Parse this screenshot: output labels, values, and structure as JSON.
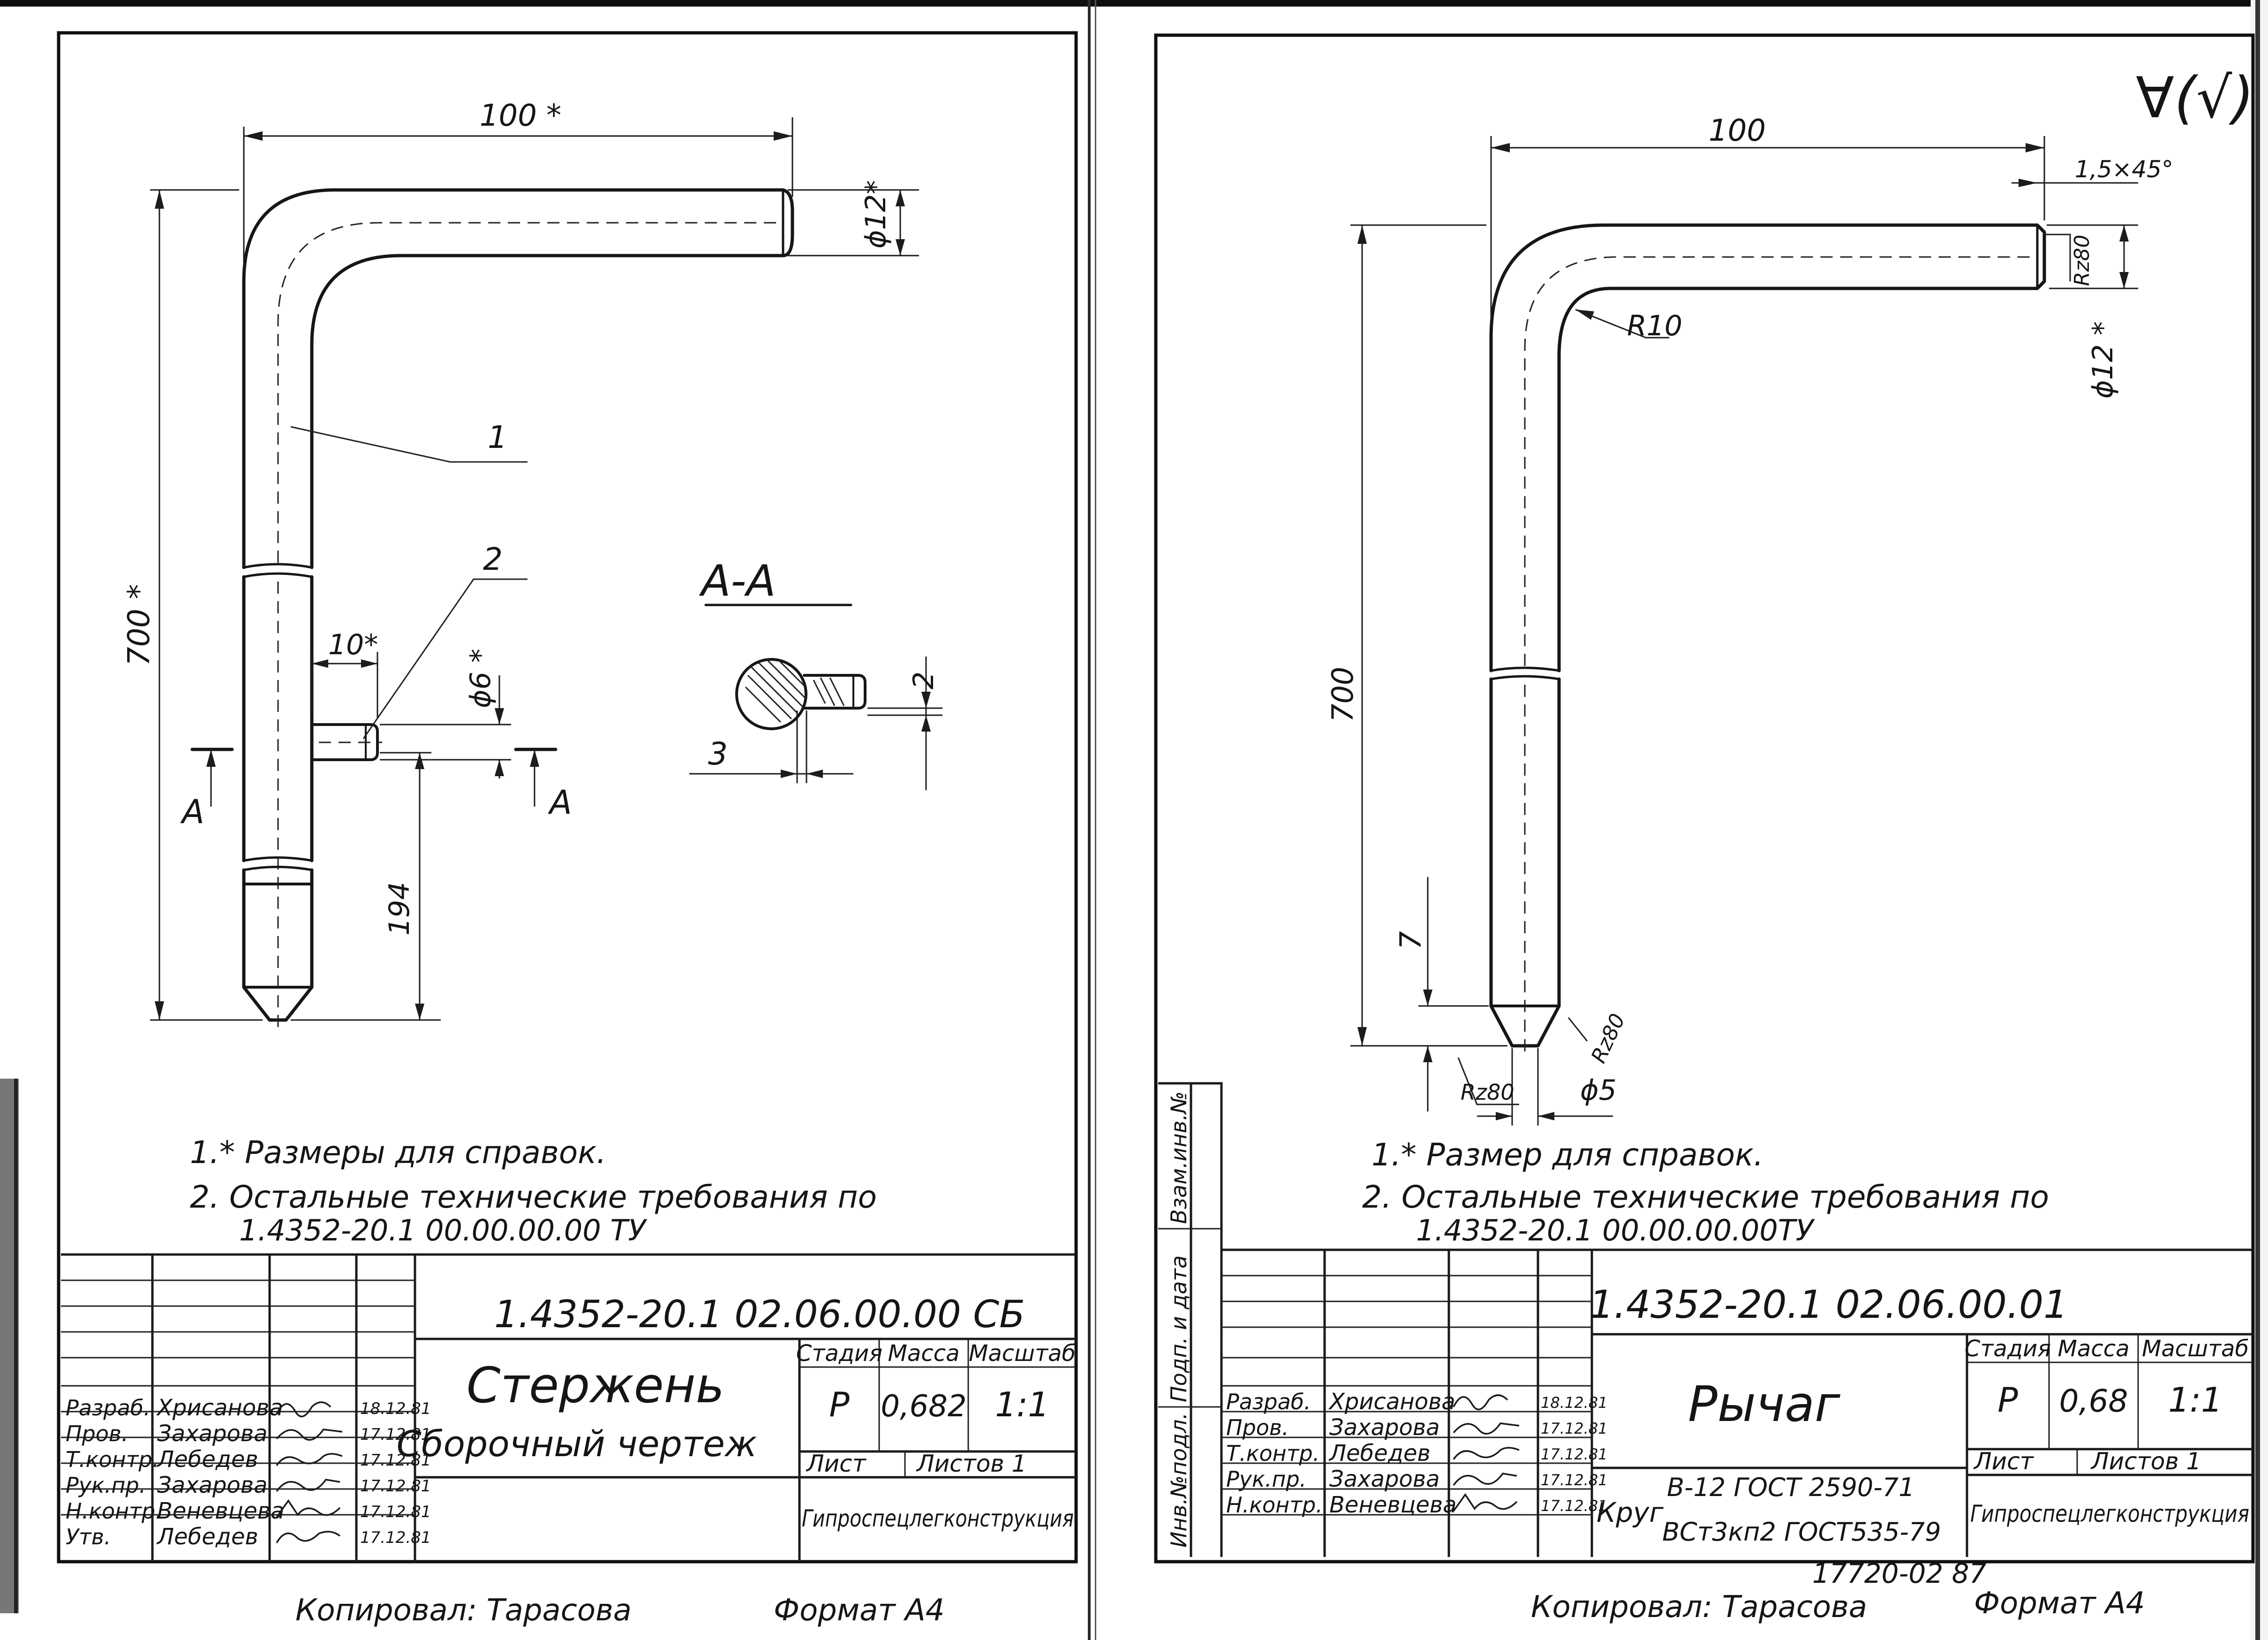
{
  "left_sheet": {
    "dimensions": {
      "length_top": "100 *",
      "diameter_rod": "ϕ12*",
      "height_total": "700 *",
      "pin_offset": "10*",
      "pin_diameter": "ϕ6 *",
      "height_pin": "194",
      "section_cut_left": "A",
      "section_cut_right": "A"
    },
    "callouts": {
      "part_1": "1",
      "part_2": "2"
    },
    "section": {
      "title": "A-A",
      "dim_3": "3",
      "dim_2": "2"
    },
    "notes": {
      "line1": "1.* Размеры для справок.",
      "line2": "2. Остальные  технические  требования по",
      "line3": "1.4352-20.1  00.00.00.00 ТУ"
    },
    "title_block": {
      "designation": "1.4352-20.1  02.06.00.00 СБ",
      "name": "Стержень",
      "subtitle": "Сборочный  чертеж",
      "hdr_stage": "Стадия",
      "hdr_mass": "Масса",
      "hdr_scale": "Масштаб",
      "stage": "Р",
      "mass": "0,682",
      "scale": "1:1",
      "sheet_label": "Лист",
      "sheets_label": "Листов 1",
      "organization": "Гипроспецлегконструкция",
      "roles": [
        "Разраб.",
        "Пров.",
        "Т.контр.",
        "Рук.пр.",
        "Н.контр.",
        "Утв."
      ],
      "names": [
        "Хрисанова",
        "Захарова",
        "Лебедев",
        "Захарова",
        "Веневцева",
        "Лебедев"
      ],
      "dates": [
        "18.12.81",
        "17.12.81",
        "17.12.81",
        "17.12.81",
        "17.12.81",
        "17.12.81"
      ]
    },
    "footer": {
      "copied": "Копировал: Тарасова",
      "format": "Формат   А4"
    }
  },
  "right_sheet": {
    "roughness_mark": "∀(√)",
    "dimensions": {
      "length_top": "100",
      "chamfer": "1,5×45°",
      "roughness_end": "Rz80",
      "radius": "R10",
      "diameter_rod": "ϕ12 *",
      "height_total": "700",
      "tip_length": "7",
      "roughness_tip": "Rz80",
      "roughness_tip_left": "Rz80",
      "tip_diameter": "ϕ5"
    },
    "notes": {
      "line1": "1.* Размер для справок.",
      "line2": "2. Остальные  технические  требования  по",
      "line3": "1.4352-20.1  00.00.00.00ТУ"
    },
    "side_labels": [
      "Инв.№подл.",
      "Подп. и дата",
      "Взам.инв.№"
    ],
    "title_block": {
      "designation": "1.4352-20.1  02.06.00.01",
      "name": "Рычаг",
      "hdr_stage": "Стадия",
      "hdr_mass": "Масса",
      "hdr_scale": "Масштаб",
      "stage": "Р",
      "mass": "0,68",
      "scale": "1:1",
      "sheet_label": "Лист",
      "sheets_label": "Листов 1",
      "organization": "Гипроспецлегконструкция",
      "material_prefix": "Круг",
      "material_line1": "В-12 ГОСТ 2590-71",
      "material_line2": "ВСт3кп2  ГОСТ535-79",
      "roles": [
        "Разраб.",
        "Пров.",
        "Т.контр.",
        "Рук.пр.",
        "Н.контр."
      ],
      "names": [
        "Хрисанова",
        "Захарова",
        "Лебедев",
        "Захарова",
        "Веневцева"
      ],
      "dates": [
        "18.12.81",
        "17.12.81",
        "17.12.81",
        "17.12.81",
        "17.12.81"
      ]
    },
    "stamp_number": "17720-02  87",
    "footer": {
      "copied": "Копировал: Тарасова",
      "format": "Формат   А4"
    }
  }
}
